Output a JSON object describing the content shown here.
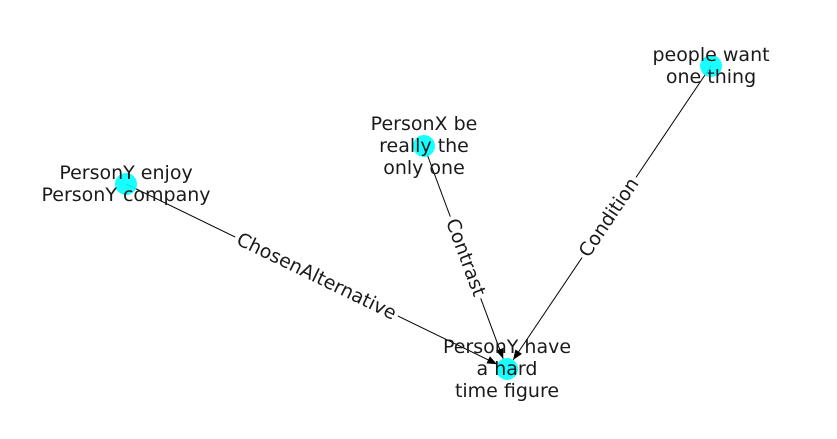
{
  "graph": {
    "node_color": "#00ffff",
    "edge_color": "#000000",
    "nodes": [
      {
        "id": "n1",
        "lines": [
          "people want",
          "one thing"
        ]
      },
      {
        "id": "n2",
        "lines": [
          "PersonX be",
          "really the",
          "only one"
        ]
      },
      {
        "id": "n3",
        "lines": [
          "PersonY enjoy",
          "PersonY company"
        ]
      },
      {
        "id": "n4",
        "lines": [
          "PersonY have",
          "a hard",
          "time figure"
        ]
      }
    ],
    "edges": [
      {
        "source": "n3",
        "target": "n4",
        "label": "ChosenAlternative"
      },
      {
        "source": "n2",
        "target": "n4",
        "label": "Contrast"
      },
      {
        "source": "n1",
        "target": "n4",
        "label": "Condition"
      }
    ]
  }
}
